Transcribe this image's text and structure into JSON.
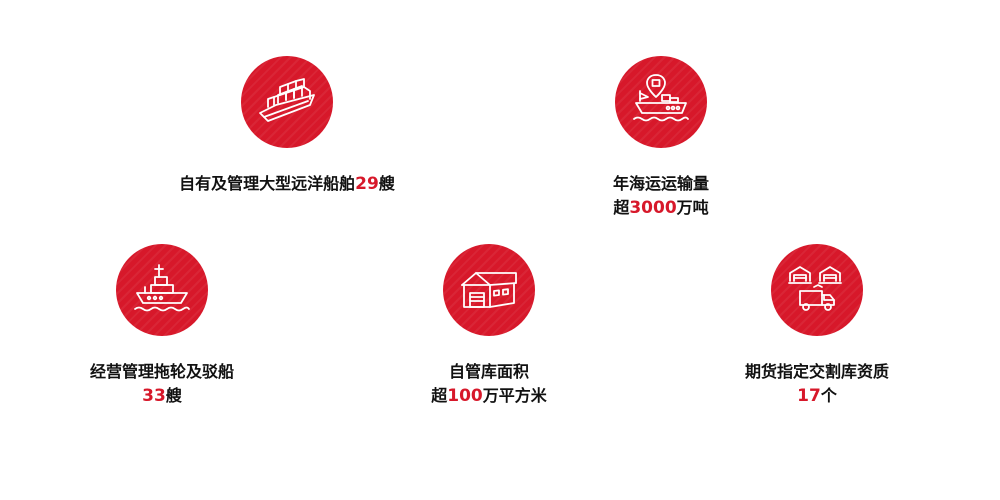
{
  "colors": {
    "accent": "#d7182a",
    "text": "#111111",
    "background": "#ffffff"
  },
  "stats": {
    "fleet": {
      "icon": "container-ship-icon",
      "line1_pre": "自有及管理大型远洋船舶",
      "line1_num": "29",
      "line1_post": "艘"
    },
    "volume": {
      "icon": "cargo-ship-location-icon",
      "line1": "年海运运输量",
      "line2_pre": "超",
      "line2_num": "3000",
      "line2_post": "万吨"
    },
    "tugs": {
      "icon": "tugboat-icon",
      "line1": "经营管理拖轮及驳船",
      "line2_num": "33",
      "line2_post": "艘"
    },
    "storage": {
      "icon": "warehouse-icon",
      "line1": "自管库面积",
      "line2_pre": "超",
      "line2_num": "100",
      "line2_post": "万平方米"
    },
    "futures": {
      "icon": "delivery-warehouse-truck-icon",
      "line1": "期货指定交割库资质",
      "line2_num": "17",
      "line2_post": "个"
    }
  }
}
